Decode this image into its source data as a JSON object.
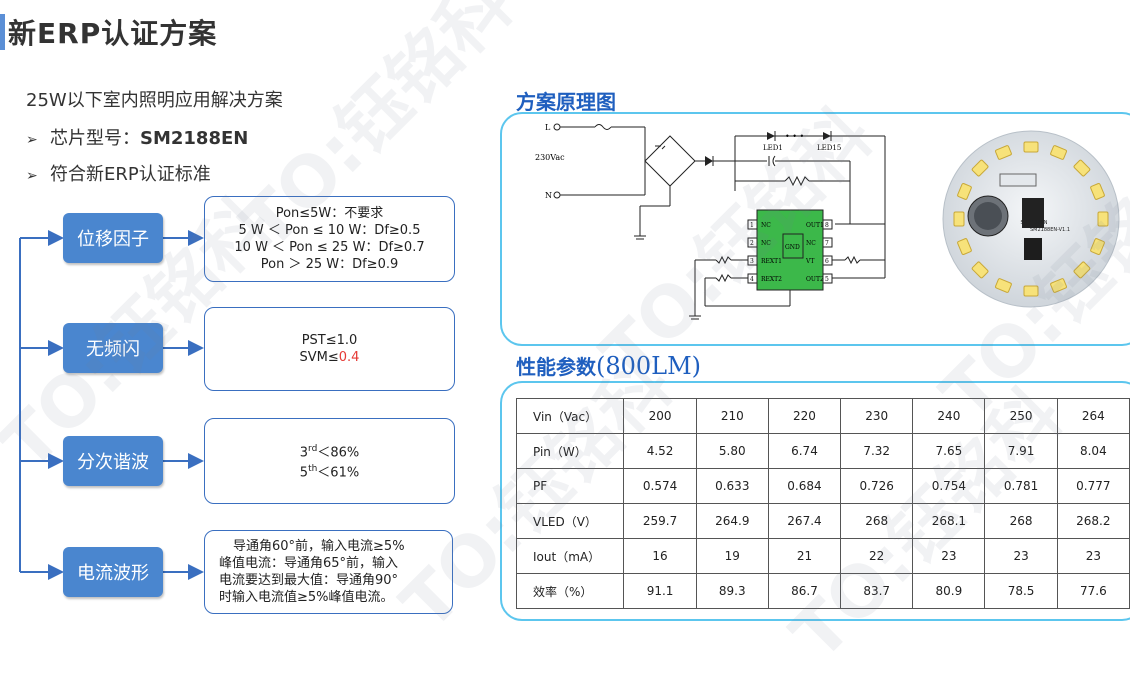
{
  "title": "新ERP认证方案",
  "subtitle": "25W以下室内照明应用解决方案",
  "bullets": [
    {
      "arrow": "➢",
      "text": "芯片型号：",
      "bold": "SM2188EN"
    },
    {
      "arrow": "➢",
      "text": "符合新ERP认证标准",
      "bold": ""
    }
  ],
  "categories": [
    {
      "label": "位移因子",
      "lines": [
        "Pon≤5W：不要求",
        "5 W ＜ Pon ≤ 10 W：Df≥0.5",
        "10 W ＜ Pon ≤ 25 W：Df≥0.7",
        "Pon ＞ 25 W：Df≥0.9"
      ]
    },
    {
      "label": "无频闪",
      "lines": [
        "PST≤1.0",
        "SVM≤"
      ],
      "svm_value": "0.4"
    },
    {
      "label": "分次谐波",
      "lines": [
        "3",
        "rd",
        "＜86%",
        "5",
        "th",
        "＜61%"
      ]
    },
    {
      "label": "电流波形",
      "lines": [
        "导通角60°前，输入电流≥5%",
        "峰值电流：导通角65°前，输入",
        "电流要达到最大值：导通角90°",
        "时输入电流值≥5%峰值电流。"
      ]
    }
  ],
  "schematic_title": "方案原理图",
  "schematic": {
    "L": "L",
    "N": "N",
    "vac": "230Vac",
    "led1": "LED1",
    "led15": "LED15",
    "pins_left": [
      "NC",
      "NC",
      "REXT1",
      "REXT2"
    ],
    "pins_right": [
      "OUT1",
      "NC",
      "VT",
      "OUT2"
    ],
    "gnd": "GND",
    "pin_nums_left": [
      "1",
      "2",
      "3",
      "4"
    ],
    "pin_nums_right": [
      "8",
      "7",
      "6",
      "5"
    ]
  },
  "board": {
    "chip_text": "SM2188EN",
    "board_code": "SM2188EN-V1.1"
  },
  "perf_title": "性能参数",
  "perf_title_paren": "(800LM)",
  "table": {
    "rows": [
      {
        "label": "Vin（Vac）",
        "values": [
          "200",
          "210",
          "220",
          "230",
          "240",
          "250",
          "264"
        ]
      },
      {
        "label": "Pin（W）",
        "values": [
          "4.52",
          "5.80",
          "6.74",
          "7.32",
          "7.65",
          "7.91",
          "8.04"
        ]
      },
      {
        "label": "PF",
        "values": [
          "0.574",
          "0.633",
          "0.684",
          "0.726",
          "0.754",
          "0.781",
          "0.777"
        ]
      },
      {
        "label": "VLED（V）",
        "values": [
          "259.7",
          "264.9",
          "267.4",
          "268",
          "268.1",
          "268",
          "268.2"
        ]
      },
      {
        "label": "Iout（mA）",
        "values": [
          "16",
          "19",
          "21",
          "22",
          "23",
          "23",
          "23"
        ]
      },
      {
        "label": "效率（%）",
        "values": [
          "91.1",
          "89.3",
          "86.7",
          "83.7",
          "80.9",
          "78.5",
          "77.6"
        ]
      }
    ]
  },
  "watermark": "TO:钰铭科",
  "colors": {
    "accent": "#4a86cf",
    "panel_border": "#5cc6ee",
    "section_title": "#1f5fbf",
    "highlight": "#e53935",
    "chip": "#3cb84a"
  }
}
